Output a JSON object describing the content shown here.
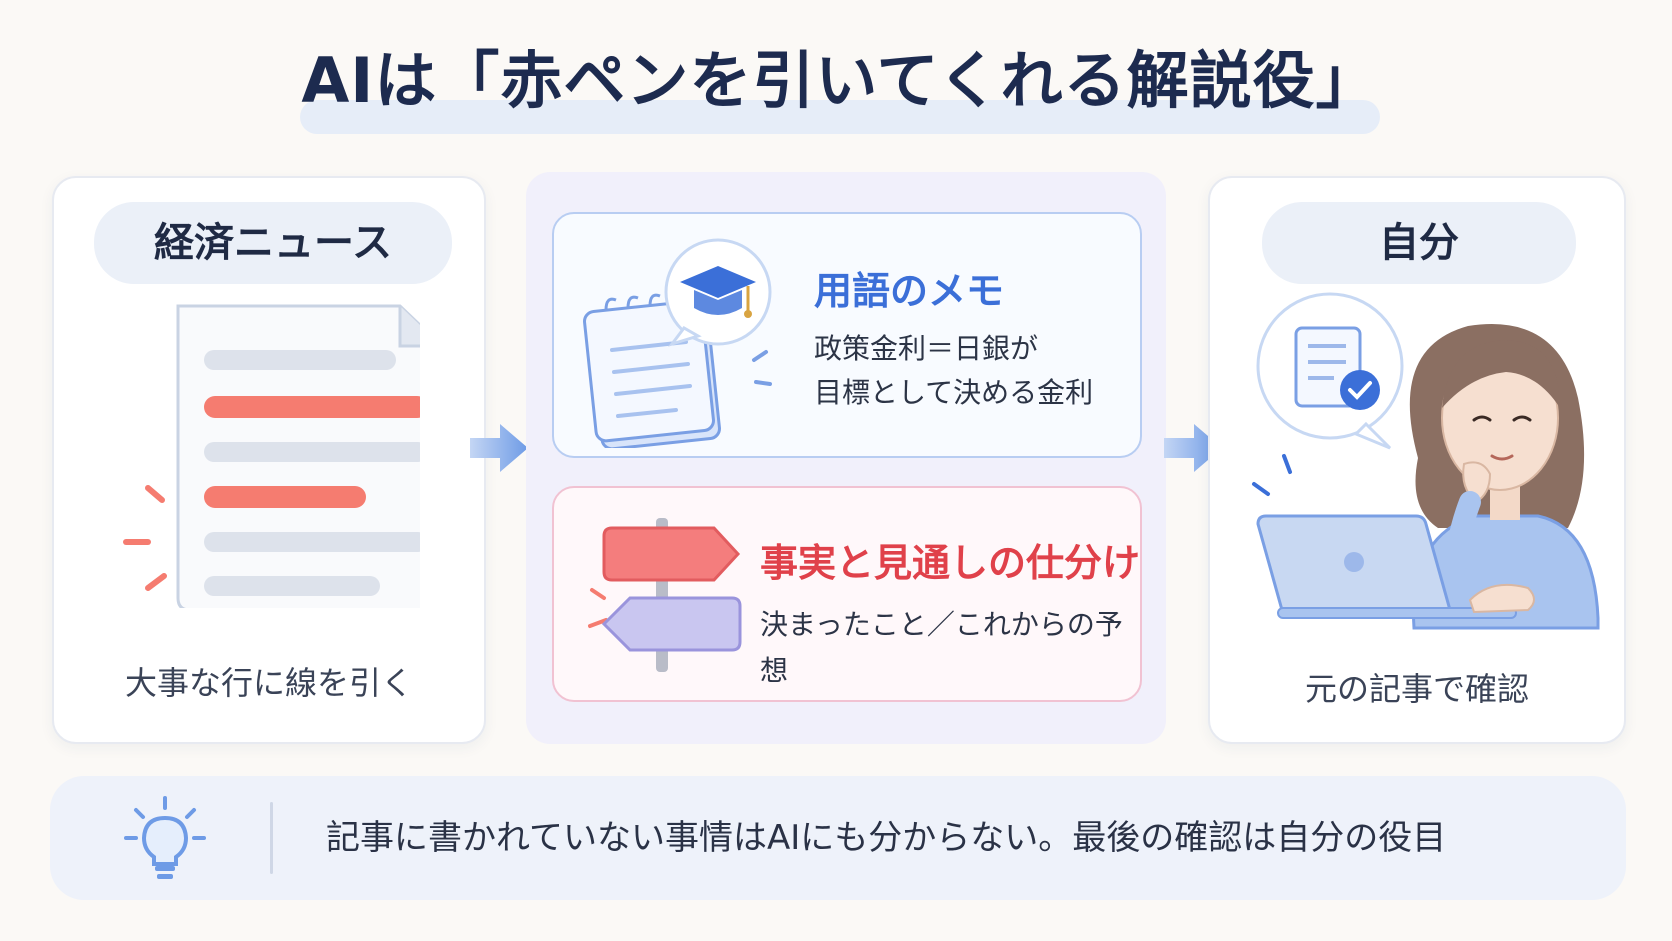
{
  "title": "AIは「赤ペンを引いてくれる解説役」",
  "left_panel": {
    "label": "経済ニュース",
    "caption": "大事な行に線を引く",
    "icon": "document-icon"
  },
  "middle_panel": {
    "glossary_card": {
      "title": "用語のメモ",
      "line1": "政策金利＝日銀が",
      "line2": "目標として決める金利",
      "icon": "notebook-graduation-cap-icon"
    },
    "sorting_card": {
      "title": "事実と見通しの仕分け",
      "text": "決まったこと／これからの予想",
      "icon": "signpost-icon"
    }
  },
  "right_panel": {
    "label": "自分",
    "caption": "元の記事で確認",
    "icon": "person-laptop-icon"
  },
  "footer": {
    "text": "記事に書かれていない事情はAIにも分からない。最後の確認は自分の役目",
    "icon": "lightbulb-icon"
  },
  "colors": {
    "accent_blue": "#3b6fd8",
    "accent_red": "#e0414a",
    "highlight_red": "#f57c70",
    "navy": "#1d2b4f"
  }
}
